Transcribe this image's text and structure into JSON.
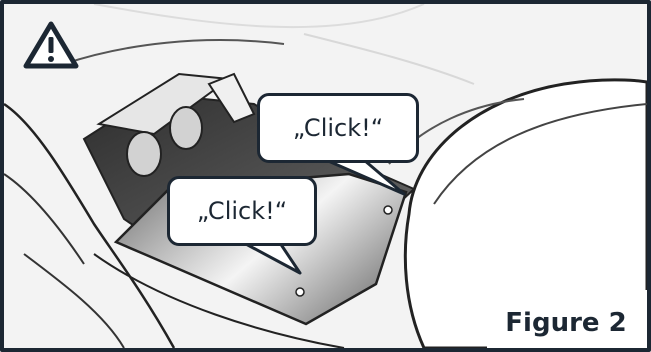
{
  "figure": {
    "caption": "Figure 2",
    "warning_icon": "warning-triangle-icon",
    "callouts": [
      {
        "text": "„Click!“"
      },
      {
        "text": "„Click!“"
      }
    ]
  },
  "colors": {
    "border": "#1c2733",
    "plate_light": "#f4f4f4",
    "plate_dark": "#4a4a4a",
    "line_art": "#222222"
  }
}
